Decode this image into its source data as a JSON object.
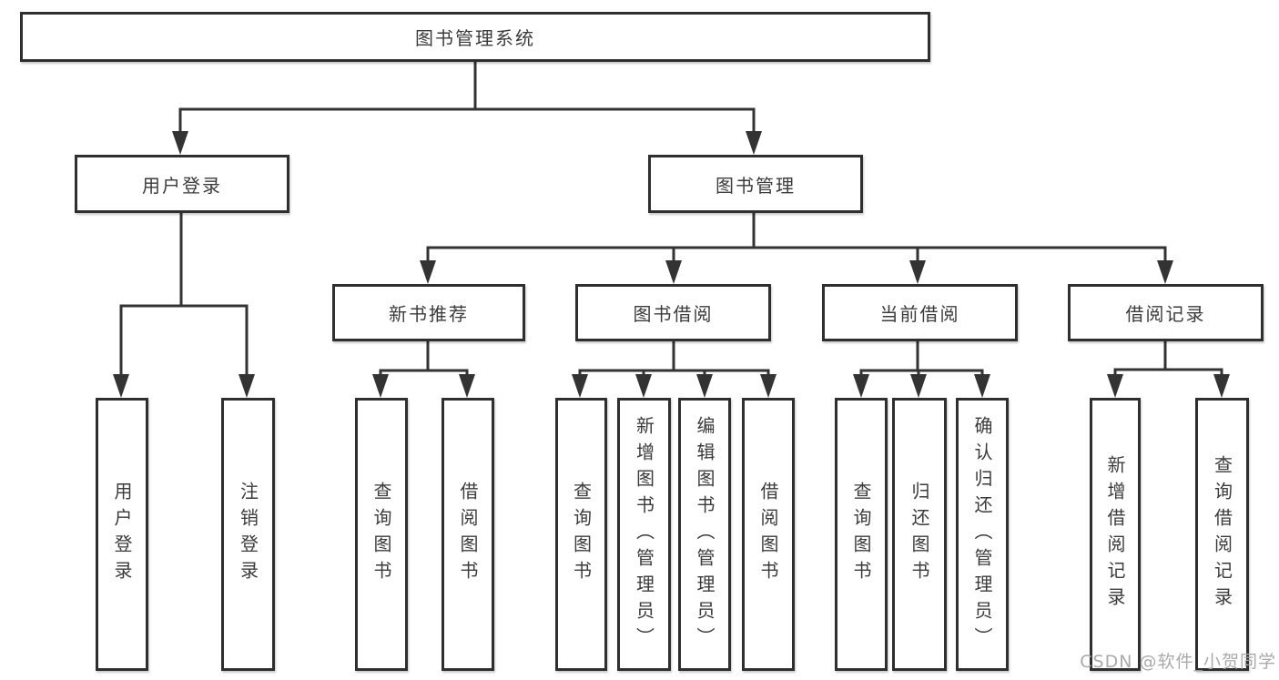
{
  "nodes": {
    "root": "图书管理系统",
    "level2": [
      "用户登录",
      "图书管理"
    ],
    "level3": [
      "新书推荐",
      "图书借阅",
      "当前借阅",
      "借阅记录"
    ],
    "leaves": [
      "用户登录",
      "注销登录",
      "查询图书",
      "借阅图书",
      "查询图书",
      "新增图书（管理员）",
      "编辑图书（管理员）",
      "借阅图书",
      "查询图书",
      "归还图书",
      "确认归还（管理员）",
      "新增借阅记录",
      "查询借阅记录"
    ]
  },
  "watermark": "CSDN @软件_小贺同学",
  "colors": {
    "line": "#333333",
    "border": "#2f2f2f",
    "text": "#3b3b3b",
    "watermark": "#aaaaaa",
    "background": "#ffffff"
  }
}
